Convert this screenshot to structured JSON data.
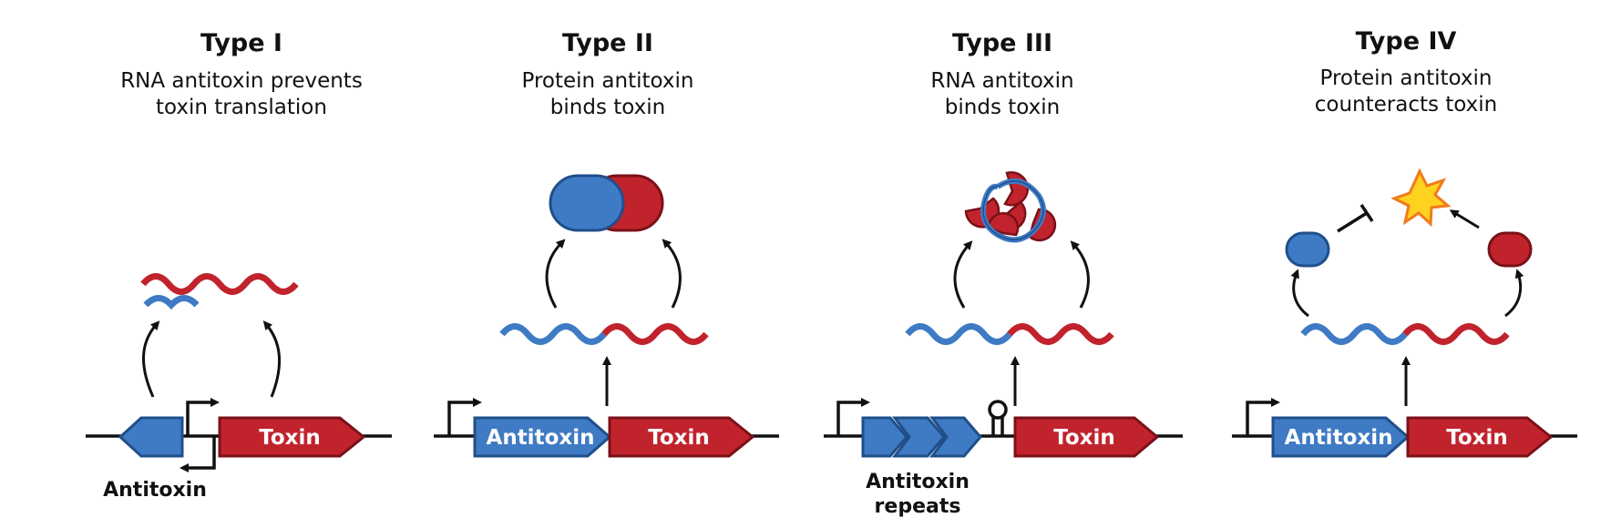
{
  "colors": {
    "antitoxin_fill": "#3f7bc4",
    "antitoxin_stroke": "#1f4f8a",
    "toxin_fill": "#c1232d",
    "toxin_stroke": "#7a1118",
    "star_fill": "#ffd21f",
    "star_stroke": "#f07b1c",
    "line": "#111111"
  },
  "panels": [
    {
      "title": "Type I",
      "subtitle_1": "RNA antitoxin prevents",
      "subtitle_2": "toxin translation",
      "toxin_label": "Toxin",
      "antitoxin_label": "Antitoxin"
    },
    {
      "title": "Type II",
      "subtitle_1": "Protein antitoxin",
      "subtitle_2": "binds toxin",
      "toxin_label": "Toxin",
      "antitoxin_label": "Antitoxin"
    },
    {
      "title": "Type III",
      "subtitle_1": "RNA antitoxin",
      "subtitle_2": "binds toxin",
      "toxin_label": "Toxin",
      "antitoxin_label_1": "Antitoxin",
      "antitoxin_label_2": "repeats"
    },
    {
      "title": "Type IV",
      "subtitle_1": "Protein antitoxin",
      "subtitle_2": "counteracts toxin",
      "toxin_label": "Toxin",
      "antitoxin_label": "Antitoxin"
    }
  ]
}
